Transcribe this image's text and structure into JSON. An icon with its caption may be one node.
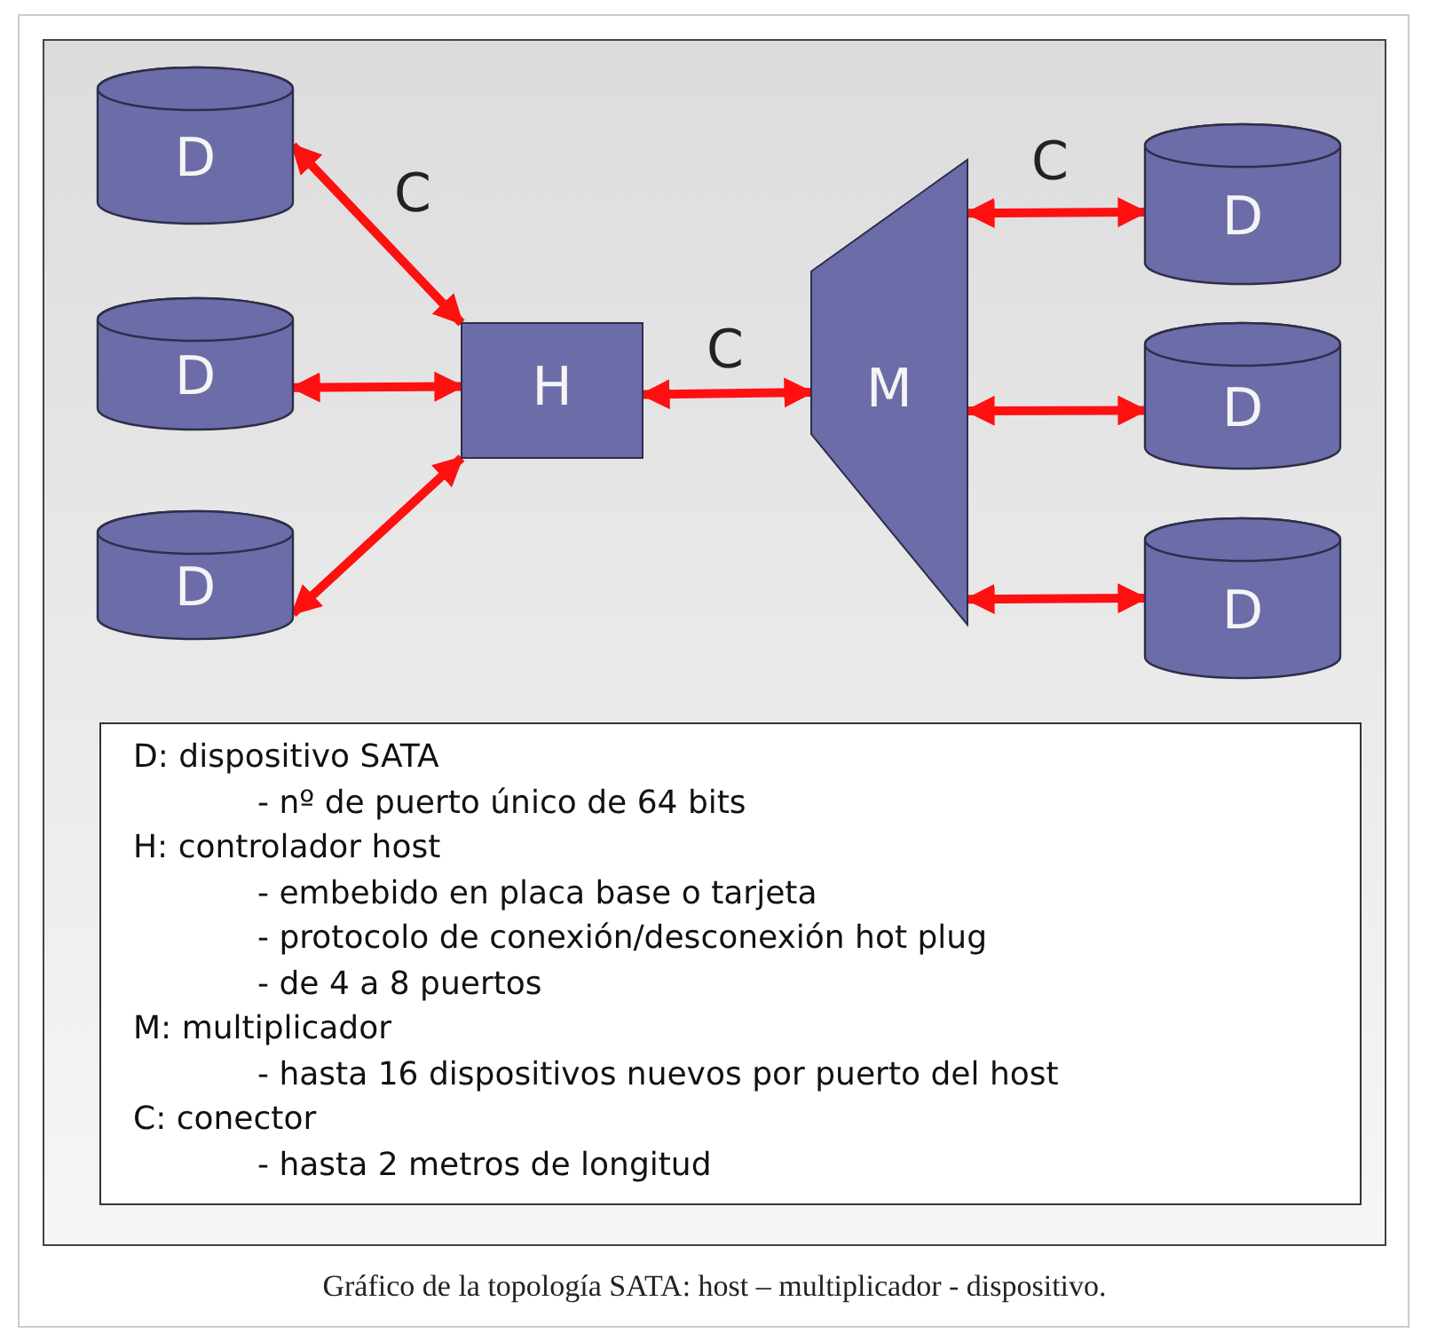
{
  "diagram": {
    "caption": "Gráfico de la topología SATA: host – multiplicador - dispositivo.",
    "nodes": [
      {
        "text": [
          "D"
        ]
      },
      {
        "text": [
          "D"
        ]
      },
      {
        "text": [
          "D"
        ]
      },
      {
        "text": [
          "H"
        ]
      },
      {
        "text": [
          "M"
        ]
      },
      {
        "text": [
          "D"
        ]
      },
      {
        "text": [
          "D"
        ]
      },
      {
        "text": [
          "D"
        ]
      }
    ],
    "edges": [
      {
        "from": 0,
        "to": 3,
        "arrow": "both"
      },
      {
        "from": 1,
        "to": 3,
        "arrow": "both"
      },
      {
        "from": 2,
        "to": 3,
        "arrow": "both"
      },
      {
        "from": 3,
        "to": 4,
        "arrow": "both"
      },
      {
        "from": 4,
        "to": 5,
        "arrow": "both"
      },
      {
        "from": 4,
        "to": 6,
        "arrow": "both"
      },
      {
        "from": 4,
        "to": 7,
        "arrow": "both"
      }
    ],
    "labels": [
      "C",
      "C",
      "C",
      "D: dispositivo SATA",
      "- nº de puerto único de 64 bits",
      "H: controlador host",
      "- embebido en placa base o tarjeta",
      "- protocolo de conexión/desconexión hot plug",
      "- de 4 a 8 puertos",
      "M: multiplicador",
      "- hasta 16 dispositivos nuevos por puerto del host",
      "C: conector",
      "- hasta 2 metros de longitud"
    ]
  }
}
